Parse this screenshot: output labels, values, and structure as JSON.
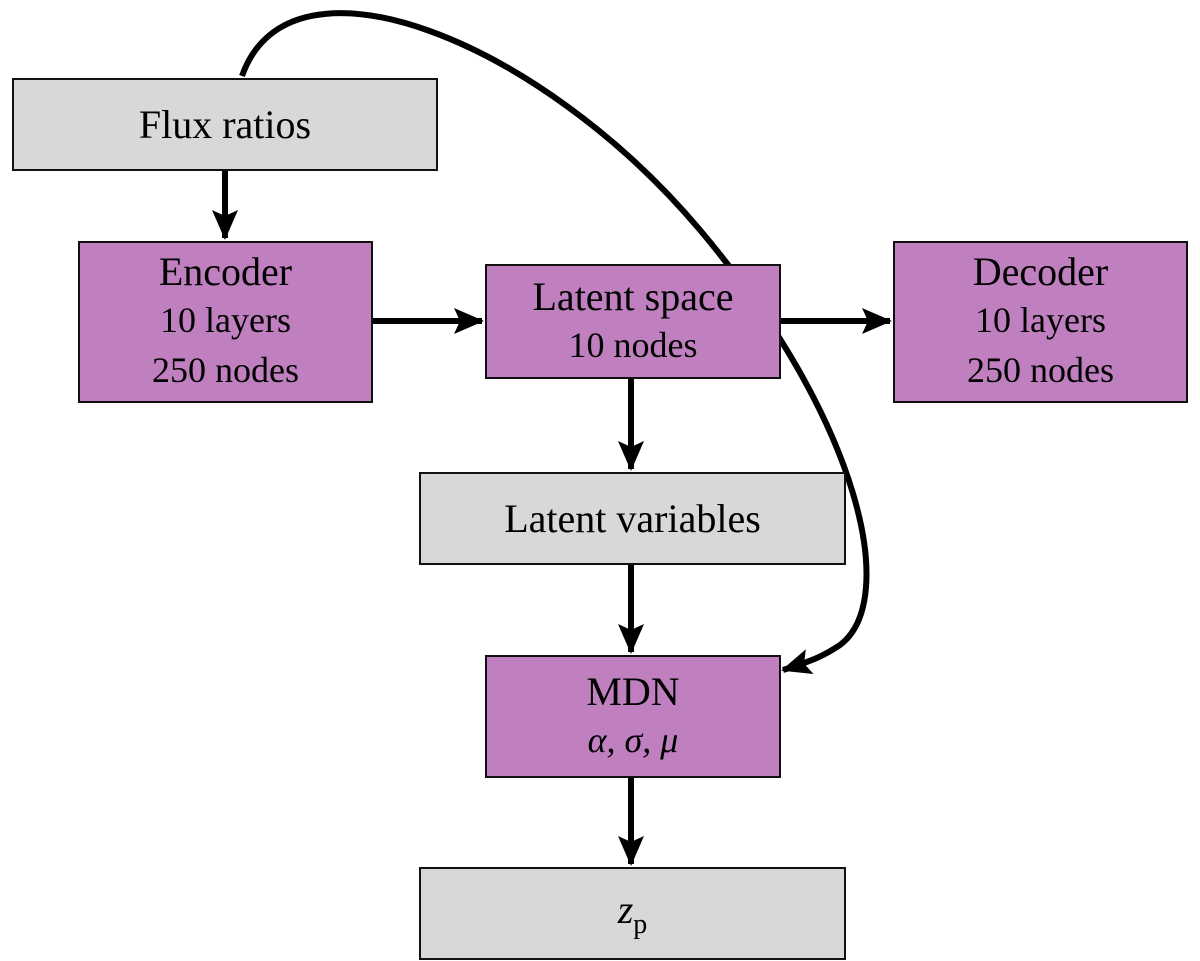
{
  "nodes": {
    "flux_ratios": {
      "label": "Flux ratios"
    },
    "encoder": {
      "title": "Encoder",
      "line2": "10 layers",
      "line3": "250 nodes"
    },
    "latent_space": {
      "title": "Latent space",
      "line2": "10 nodes"
    },
    "decoder": {
      "title": "Decoder",
      "line2": "10 layers",
      "line3": "250 nodes"
    },
    "latent_variables": {
      "label": "Latent variables"
    },
    "mdn": {
      "title": "MDN",
      "params": "α, σ, μ"
    },
    "output": {
      "symbol": "z",
      "subscript": "p"
    }
  },
  "edges": [
    {
      "from": "Flux ratios",
      "to": "Encoder"
    },
    {
      "from": "Encoder",
      "to": "Latent space"
    },
    {
      "from": "Latent space",
      "to": "Decoder"
    },
    {
      "from": "Latent space",
      "to": "Latent variables"
    },
    {
      "from": "Latent variables",
      "to": "MDN"
    },
    {
      "from": "Flux ratios",
      "to": "MDN"
    },
    {
      "from": "MDN",
      "to": "z_p"
    }
  ],
  "colors": {
    "input_output_fill": "#d8d8d8",
    "network_fill": "#c080c0",
    "stroke": "#000000"
  }
}
